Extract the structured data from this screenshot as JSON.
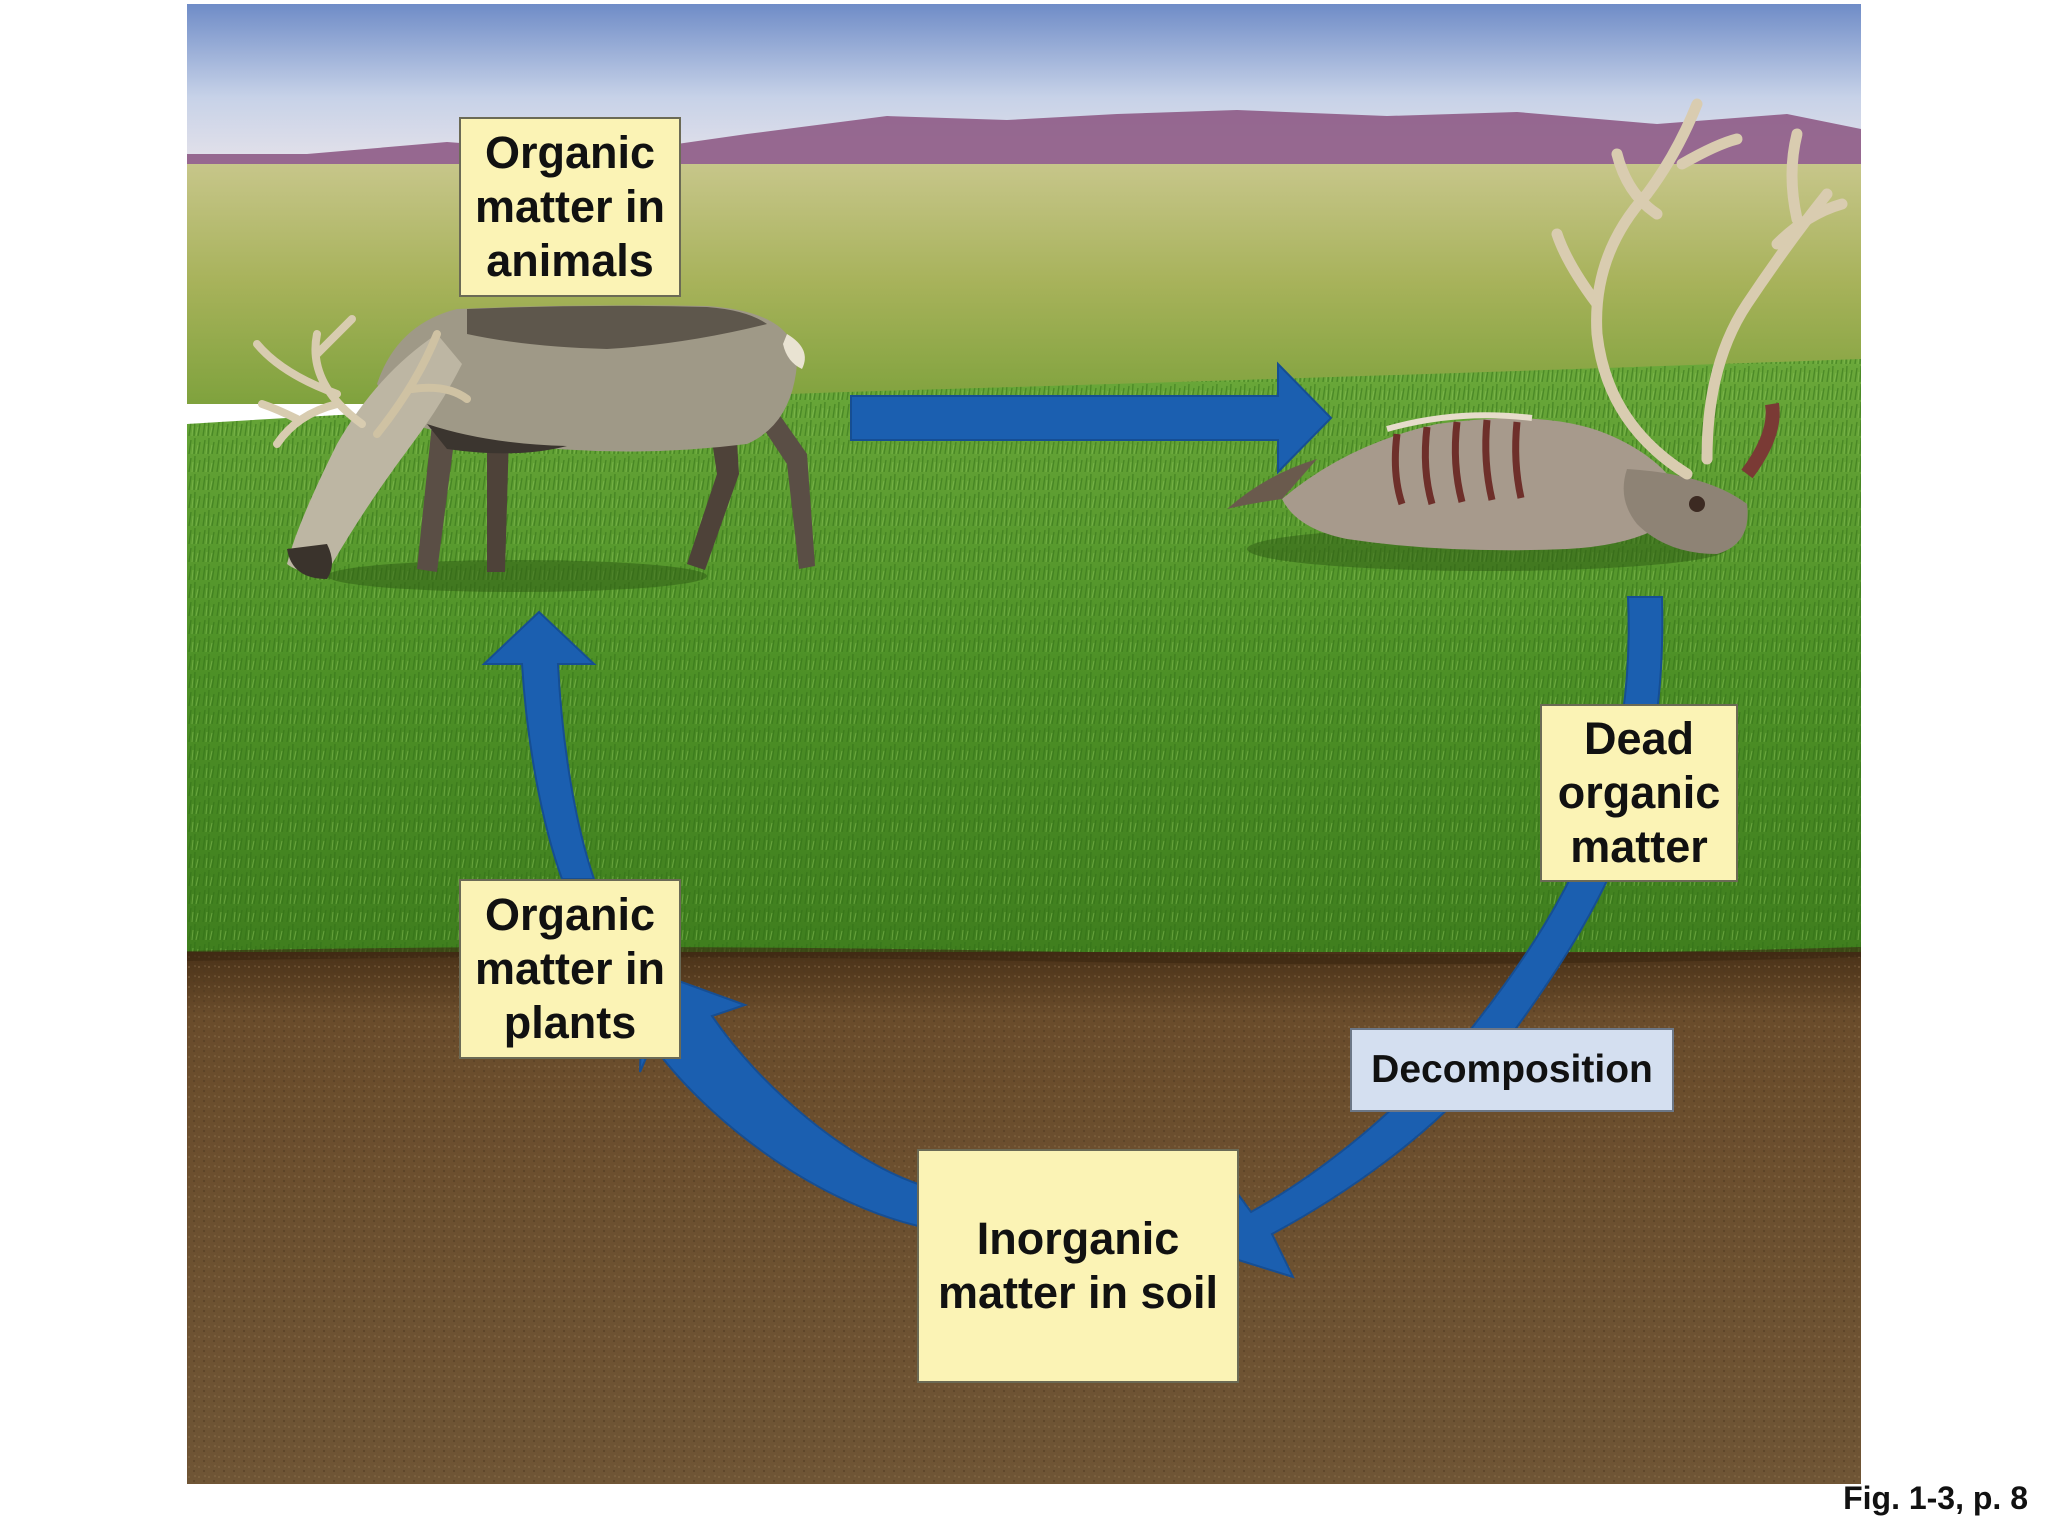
{
  "diagram": {
    "labels": {
      "animals": "Organic\nmatter in\nanimals",
      "dead": "Dead\norganic\nmatter",
      "decomposition": "Decomposition",
      "soil": "Inorganic\nmatter in soil",
      "plants": "Organic\nmatter in\nplants"
    },
    "caption": "Fig. 1-3, p. 8"
  },
  "colors": {
    "arrow": "#1b5fb0",
    "label_box": "#fbf3b5",
    "decomposition_box": "#d4dff0",
    "grass": "#4d8f22",
    "soil": "#6b5130",
    "sky": "#9fb2d6",
    "mountains": "#8e5b86"
  }
}
